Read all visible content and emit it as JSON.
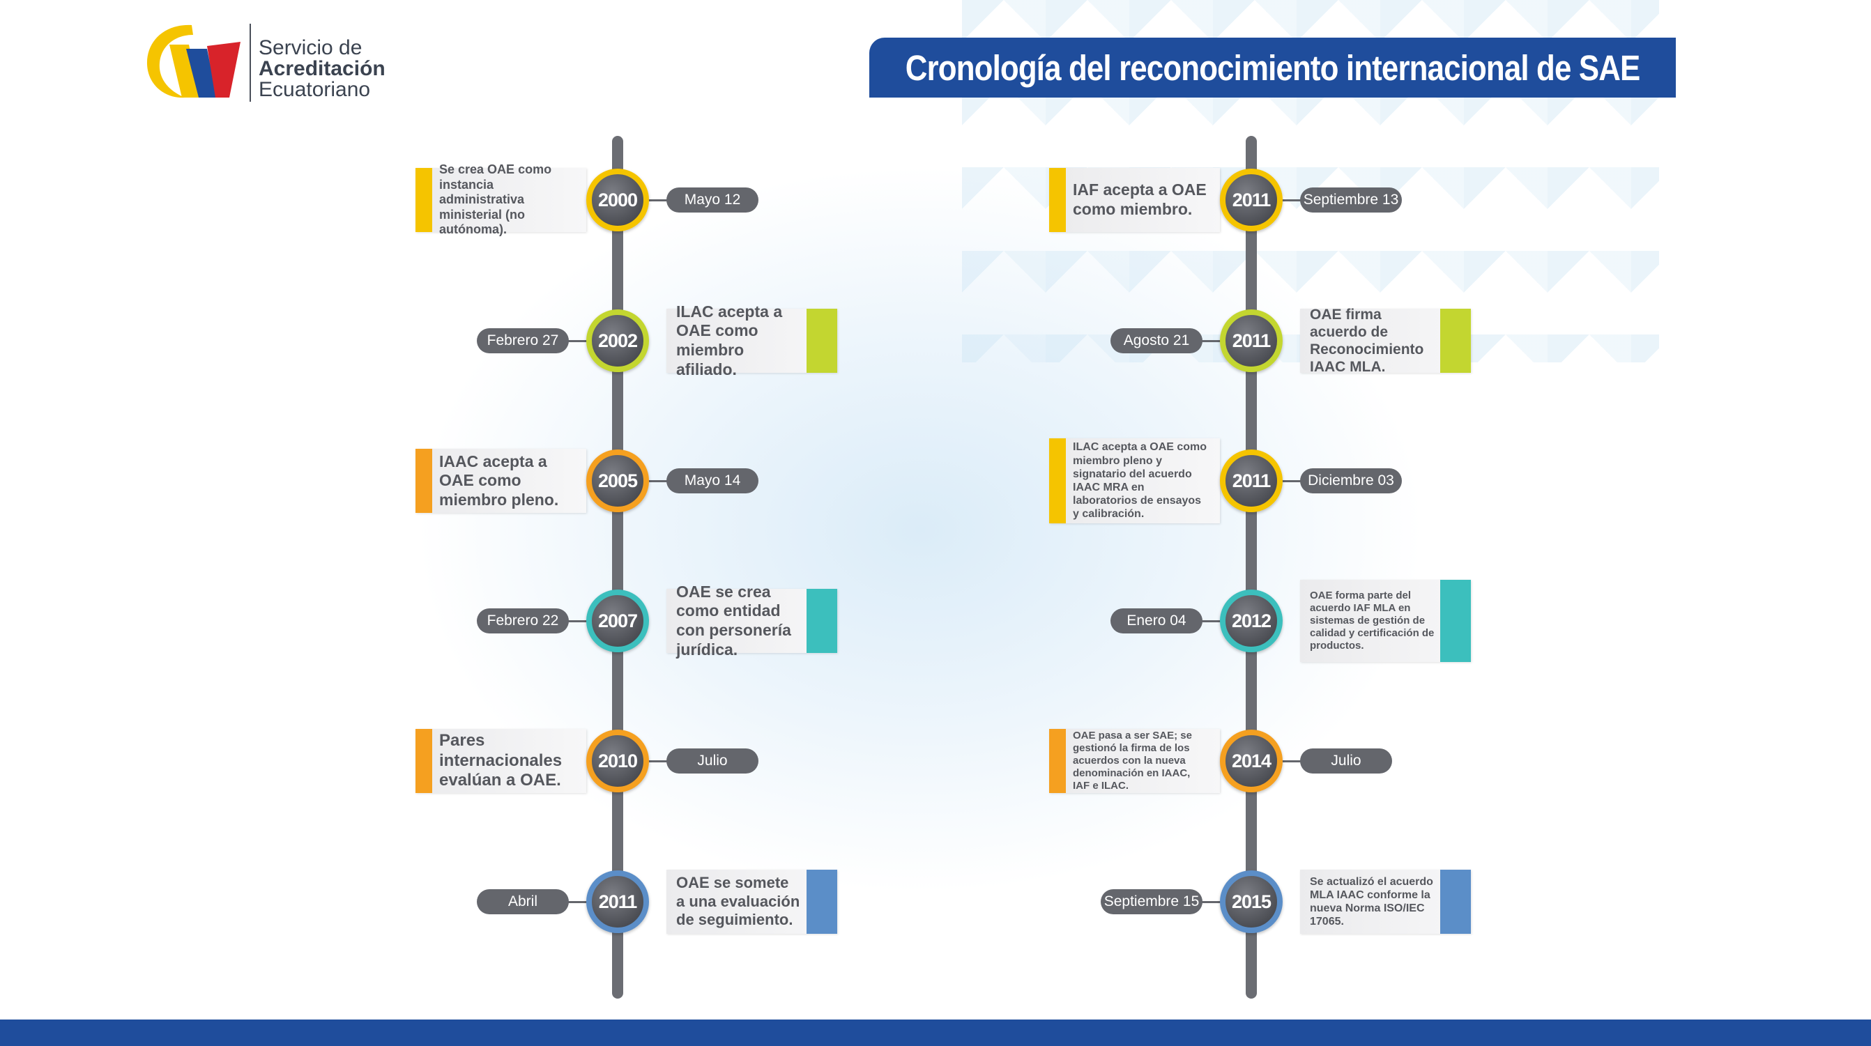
{
  "logo": {
    "line1": "Servicio de",
    "line2": "Acreditación",
    "line3": "Ecuatoriano",
    "colors": {
      "yellow": "#f5c400",
      "blue": "#1f4d9c",
      "red": "#d8232a"
    }
  },
  "title": "Cronología del reconocimiento internacional de SAE",
  "colors": {
    "title_bar": "#1f4d9c",
    "axis": "#6b6d73",
    "pill": "#64666c",
    "yellow": "#f5c400",
    "lime": "#c3d630",
    "orange": "#f5a020",
    "teal": "#3cbfbd",
    "blue": "#5b8ec8"
  },
  "timeline_left": [
    {
      "year": "2000",
      "date": "Mayo 12",
      "text": "Se crea OAE como instancia administrativa ministerial (no autónoma).",
      "color": "#f5c400",
      "card_side": "left"
    },
    {
      "year": "2002",
      "date": "Febrero 27",
      "text": "ILAC acepta a OAE como miembro afiliado.",
      "color": "#c3d630",
      "card_side": "right"
    },
    {
      "year": "2005",
      "date": "Mayo 14",
      "text": "IAAC acepta a OAE como miembro pleno.",
      "color": "#f5a020",
      "card_side": "left"
    },
    {
      "year": "2007",
      "date": "Febrero 22",
      "text": "OAE se crea como entidad con personería jurídica.",
      "color": "#3cbfbd",
      "card_side": "right"
    },
    {
      "year": "2010",
      "date": "Julio",
      "text": "Pares internacionales evalúan a OAE.",
      "color": "#f5a020",
      "card_side": "left"
    },
    {
      "year": "2011",
      "date": "Abril",
      "text": "OAE se somete a una evaluación de seguimiento.",
      "color": "#5b8ec8",
      "card_side": "right"
    }
  ],
  "timeline_right": [
    {
      "year": "2011",
      "date": "Septiembre 13",
      "text": "IAF acepta a OAE como miembro.",
      "color": "#f5c400",
      "card_side": "left"
    },
    {
      "year": "2011",
      "date": "Agosto 21",
      "text": "OAE firma acuerdo de Reconocimiento IAAC MLA.",
      "color": "#c3d630",
      "card_side": "right"
    },
    {
      "year": "2011",
      "date": "Diciembre 03",
      "text": "ILAC acepta a OAE como miembro pleno y signatario del acuerdo IAAC MRA en laboratorios de ensayos y calibración.",
      "color": "#f5c400",
      "card_side": "left"
    },
    {
      "year": "2012",
      "date": "Enero 04",
      "text": "OAE forma parte del acuerdo IAF MLA en sistemas de gestión de calidad y certificación de productos.",
      "color": "#3cbfbd",
      "card_side": "right"
    },
    {
      "year": "2014",
      "date": "Julio",
      "text": "OAE pasa a ser SAE; se gestionó la firma de los acuerdos con la nueva denominación en IAAC, IAF e ILAC.",
      "color": "#f5a020",
      "card_side": "left"
    },
    {
      "year": "2015",
      "date": "Septiembre 15",
      "text": "Se actualizó el acuerdo MLA IAAC conforme la nueva Norma ISO/IEC 17065.",
      "color": "#5b8ec8",
      "card_side": "right"
    }
  ]
}
